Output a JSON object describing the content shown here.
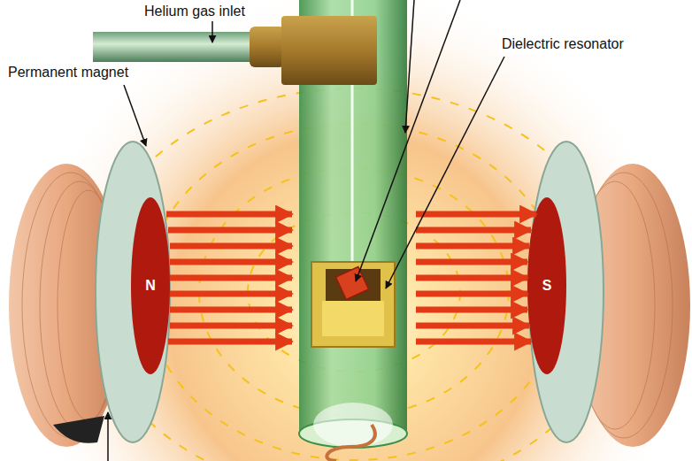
{
  "diagram": {
    "labels": [
      "Helium gas inlet",
      "Permanent magnet",
      "Dielectric resonator",
      "N",
      "S"
    ]
  }
}
